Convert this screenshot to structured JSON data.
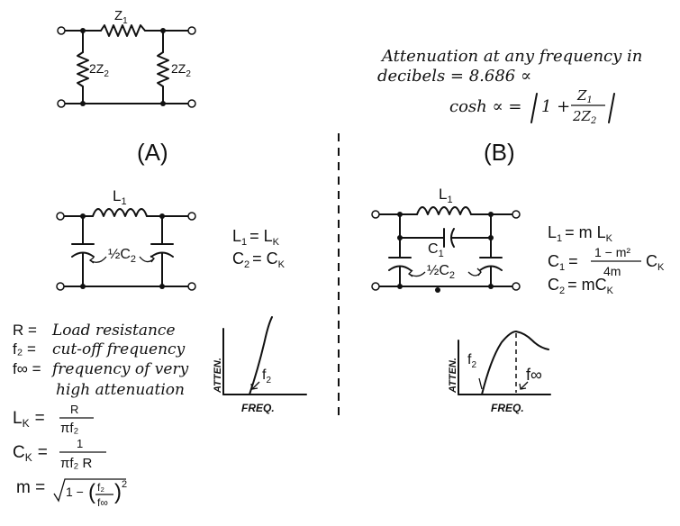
{
  "panel_a": {
    "label": "(A)",
    "top_circuit": {
      "z1": "Z",
      "z1_sub": "1",
      "z2a": "2Z",
      "z2a_sub": "2",
      "z2b": "2Z",
      "z2b_sub": "2"
    },
    "circuit": {
      "l1": "L",
      "l1_sub": "1",
      "c2_half": "½C",
      "c2_sub": "2"
    },
    "equations": [
      {
        "lhs": "L",
        "lhs_sub": "1",
        "rhs": "= L",
        "rhs_sub": "K"
      },
      {
        "lhs": "C",
        "lhs_sub": "2",
        "rhs": "= C",
        "rhs_sub": "K"
      }
    ],
    "graph": {
      "y_label": "ATTEN.",
      "x_label": "FREQ.",
      "marker": "f",
      "marker_sub": "2"
    }
  },
  "panel_b": {
    "label": "(B)",
    "attenuation_text": {
      "line1": "Attenuation at any frequency in",
      "line2": "decibels = 8.686 ∝",
      "cosh_lhs": "cosh ∝ =",
      "frac_num": "Z",
      "frac_num_sub": "1",
      "frac_den": "2Z",
      "frac_den_sub": "2",
      "one_plus": "1 +"
    },
    "circuit": {
      "l1": "L",
      "l1_sub": "1",
      "c1": "C",
      "c1_sub": "1",
      "c2_half": "½C",
      "c2_sub": "2"
    },
    "equations": {
      "l1_lhs": "L",
      "l1_lhs_sub": "1",
      "l1_rhs": "= m L",
      "l1_rhs_sub": "K",
      "c1_lhs": "C",
      "c1_lhs_sub": "1",
      "c1_eq": "=",
      "c1_num": "1 − m²",
      "c1_den": "4m",
      "c1_tail": "C",
      "c1_tail_sub": "K",
      "c2_lhs": "C",
      "c2_lhs_sub": "2",
      "c2_rhs": "= mC",
      "c2_rhs_sub": "K"
    },
    "graph": {
      "y_label": "ATTEN.",
      "x_label": "FREQ.",
      "marker1": "f",
      "marker1_sub": "2",
      "marker2": "f∞"
    }
  },
  "definitions": [
    {
      "sym": "R =",
      "text": "Load resistance"
    },
    {
      "sym": "f₂ =",
      "text": "cut-off frequency"
    },
    {
      "sym": "f∞ =",
      "text": "frequency of very"
    },
    {
      "sym": "",
      "text": "high attenuation"
    }
  ],
  "formulas": {
    "lk_lhs": "L",
    "lk_sub": "K",
    "lk_eq": "=",
    "lk_num": "R",
    "lk_den": "πf₂",
    "ck_lhs": "C",
    "ck_sub": "K",
    "ck_eq": "=",
    "ck_num": "1",
    "ck_den": "πf₂ R",
    "m_lhs": "m =",
    "m_rad": "1 −",
    "m_frac_num": "f₂",
    "m_frac_den": "f∞",
    "m_sq": "2"
  }
}
